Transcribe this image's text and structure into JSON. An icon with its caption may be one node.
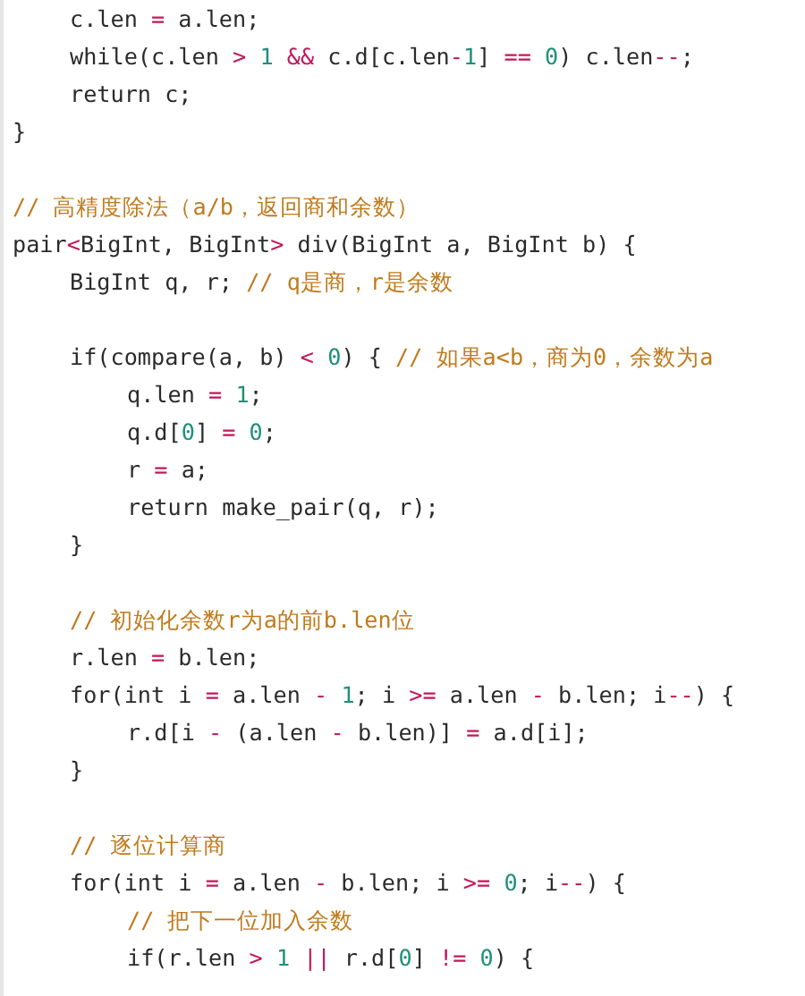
{
  "diagram": {
    "labels": [
      "c.len = a.len;",
      "while(c.len > 1 && c.d[c.len-1] == 0) c.len--;",
      "return c;",
      "}",
      "// 高精度除法（a/b，返回商和余数）",
      "pair<BigInt, BigInt> div(BigInt a, BigInt b) {",
      "BigInt q, r; // q是商，r是余数",
      "if(compare(a, b) < 0) { // 如果a<b，商为0，余数为a",
      "q.len = 1;",
      "q.d[0] = 0;",
      "r = a;",
      "return make_pair(q, r);",
      "}",
      "// 初始化余数r为a的前b.len位",
      "r.len = b.len;",
      "for(int i = a.len - 1; i >= a.len - b.len; i--) {",
      "r.d[i - (a.len - b.len)] = a.d[i];",
      "}",
      "// 逐位计算商",
      "for(int i = a.len - b.len; i >= 0; i--) {",
      "// 把下一位加入余数",
      "if(r.len > 1 || r.d[0] != 0) {"
    ]
  }
}
